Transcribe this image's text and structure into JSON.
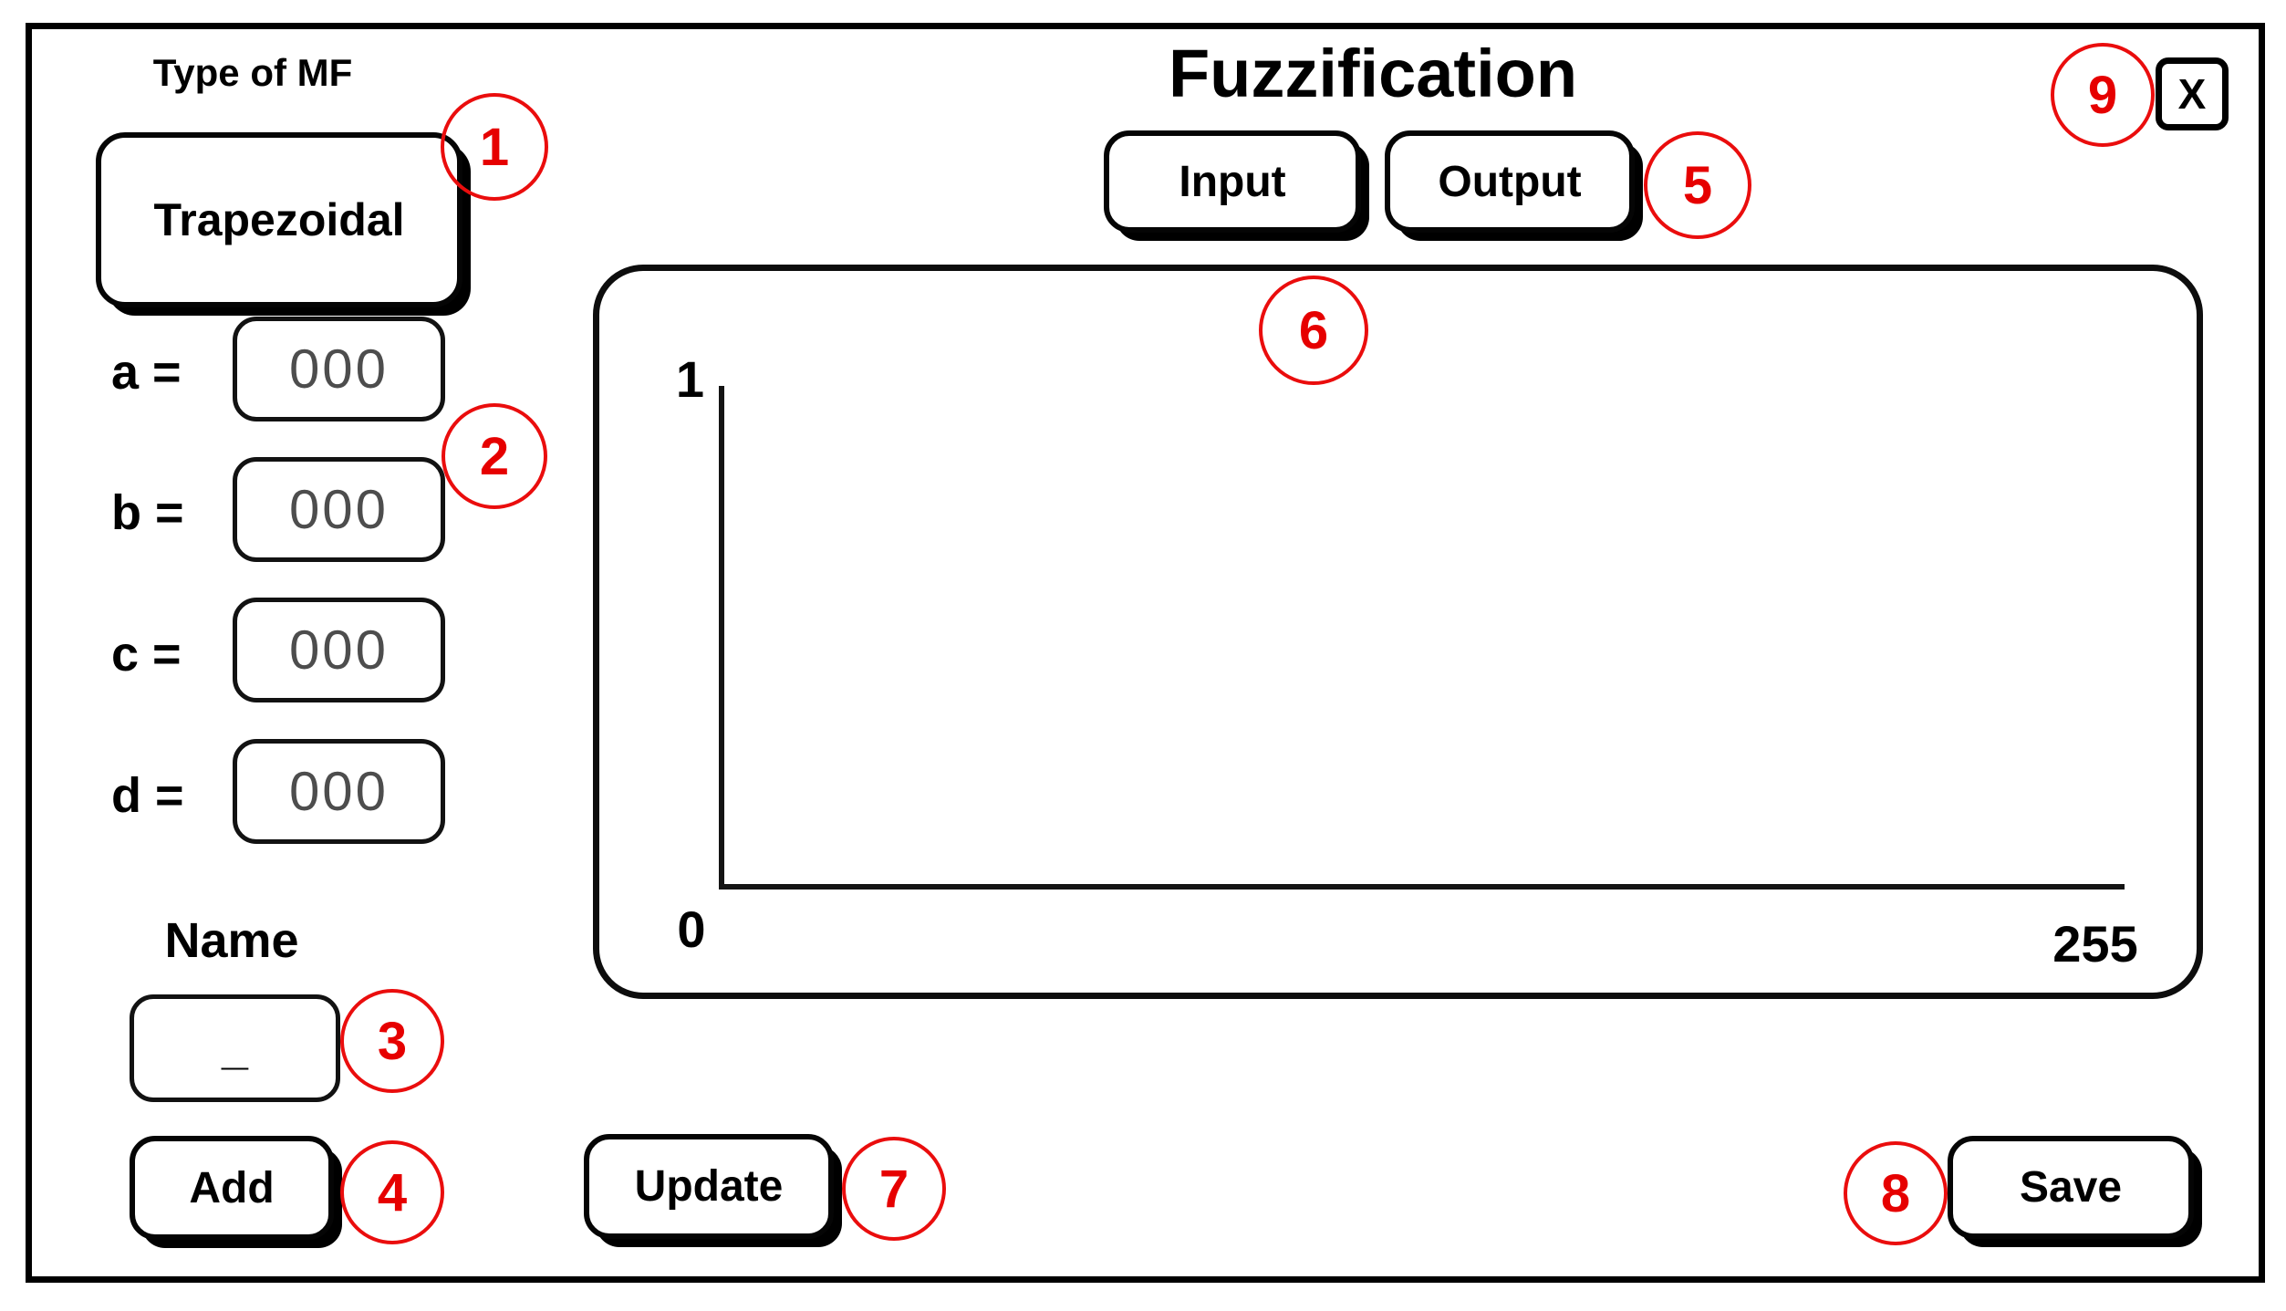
{
  "window": {
    "close_label": "X"
  },
  "header": {
    "title": "Fuzzification",
    "input_label": "Input",
    "output_label": "Output"
  },
  "mf_panel": {
    "type_label": "Type of MF",
    "type_value": "Trapezoidal",
    "params": [
      {
        "label": "a =",
        "value": "000"
      },
      {
        "label": "b =",
        "value": "000"
      },
      {
        "label": "c =",
        "value": "000"
      },
      {
        "label": "d =",
        "value": "000"
      }
    ],
    "name_label": "Name",
    "name_value": "_",
    "add_label": "Add"
  },
  "chart": {
    "y_max_label": "1",
    "x_min_label": "0",
    "x_max_label": "255",
    "x_range": [
      0,
      255
    ],
    "y_range": [
      0,
      1
    ],
    "plotted_series": []
  },
  "actions": {
    "update_label": "Update",
    "save_label": "Save"
  },
  "annotations": [
    {
      "label": "1"
    },
    {
      "label": "2"
    },
    {
      "label": "3"
    },
    {
      "label": "4"
    },
    {
      "label": "5"
    },
    {
      "label": "6"
    },
    {
      "label": "7"
    },
    {
      "label": "8"
    },
    {
      "label": "9"
    }
  ],
  "colors": {
    "annotation_red": "#e60000",
    "value_gray": "#4d4d4d",
    "outline_black": "#000000",
    "background": "#ffffff"
  }
}
